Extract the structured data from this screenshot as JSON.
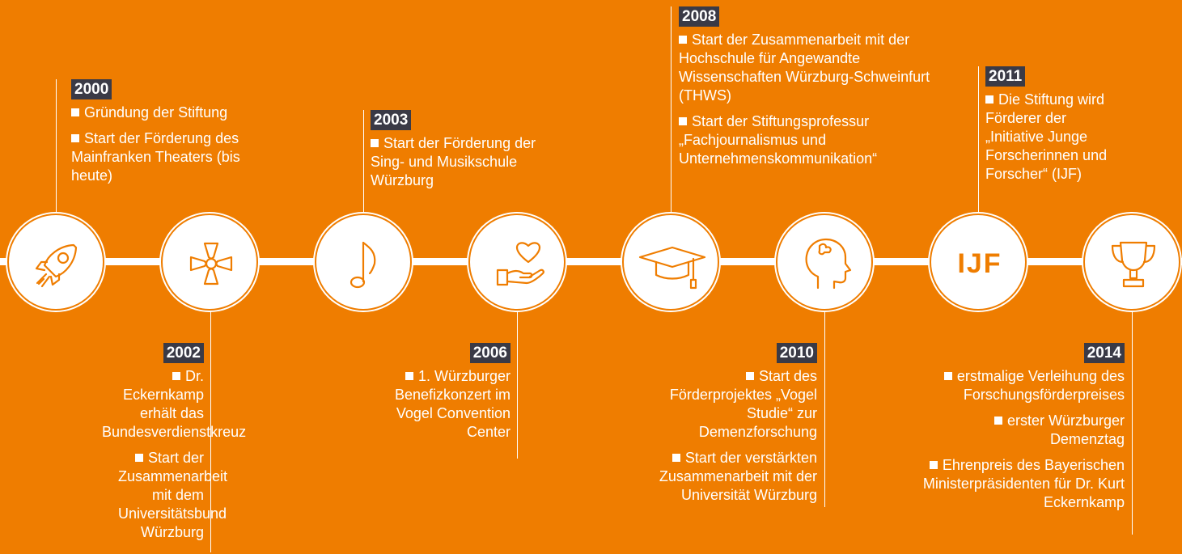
{
  "milestones": [
    {
      "year": "2000",
      "items": [
        "Gründung der Stiftung",
        "Start der Förderung des Mainfranken Theaters (bis heute)"
      ]
    },
    {
      "year": "2002",
      "items": [
        "Dr. Eckernkamp erhält das Bundesverdienstkreuz",
        "Start der Zusammenarbeit mit dem Universitätsbund Würzburg"
      ]
    },
    {
      "year": "2003",
      "items": [
        "Start der Förderung der Sing- und Musikschule Würzburg"
      ]
    },
    {
      "year": "2006",
      "items": [
        "1. Würzburger Benefizkonzert im Vogel Convention Center"
      ]
    },
    {
      "year": "2008",
      "items": [
        "Start der Zusammenarbeit mit der Hochschule für Angewandte Wissenschaften Würzburg-Schweinfurt (THWS)",
        "Start der Stiftungsprofessur „Fachjournalismus und Unternehmenskommunikation“"
      ]
    },
    {
      "year": "2010",
      "items": [
        "Start des Förderprojektes „Vogel Studie“ zur Demenzforschung",
        "Start der verstärkten Zusammenarbeit mit der Universität Würzburg"
      ]
    },
    {
      "year": "2011",
      "items": [
        "Die Stiftung wird Förderer der „Initiative Junge Forscherinnen und Forscher“ (IJF)"
      ]
    },
    {
      "year": "2014",
      "items": [
        "erstmalige Verleihung des Forschungsförderpreises",
        "erster Würzburger Demenztag",
        "Ehrenpreis des Bayerischen Ministerpräsidenten für Dr. Kurt Eckernkamp"
      ]
    }
  ],
  "icons": [
    "rocket-icon",
    "cross-icon",
    "music-note-icon",
    "heart-hand-icon",
    "graduation-cap-icon",
    "head-puzzle-icon",
    "ijf-logo",
    "trophy-icon"
  ],
  "ijf_label": "IJF",
  "colors": {
    "background": "#ef7d00",
    "line": "#ffffff",
    "year_badge": "#3a3a46",
    "icon": "#ef7d00"
  }
}
